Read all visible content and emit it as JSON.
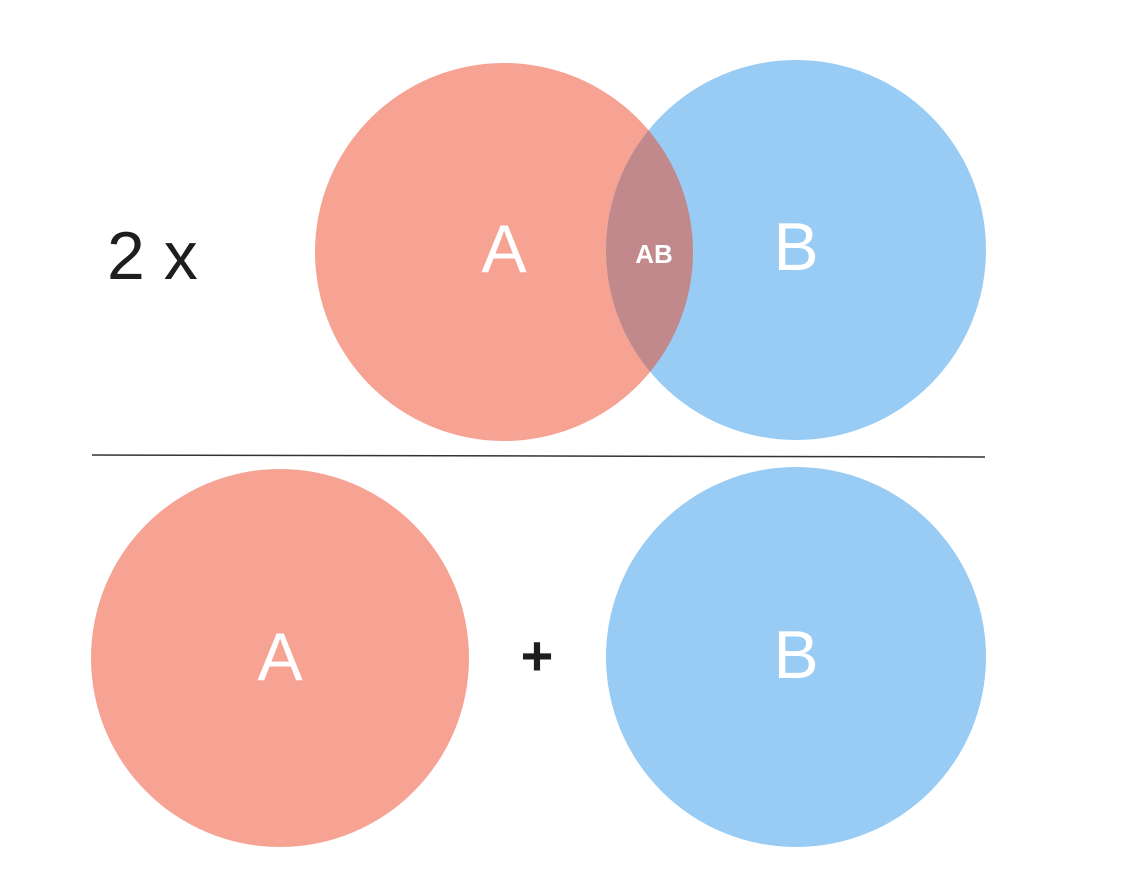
{
  "numerator": {
    "multiplier_label": "2 x",
    "circle_a_label": "A",
    "intersection_label": "AB",
    "circle_b_label": "B"
  },
  "denominator": {
    "circle_a_label": "A",
    "operator_label": "+",
    "circle_b_label": "B"
  },
  "colors": {
    "circle_a": "#f6a394",
    "circle_b": "#98ccf4",
    "intersection": "#c1898b",
    "label_text": "#ffffff",
    "dark_text": "#1e1e1e",
    "fraction_line": "#333333"
  }
}
